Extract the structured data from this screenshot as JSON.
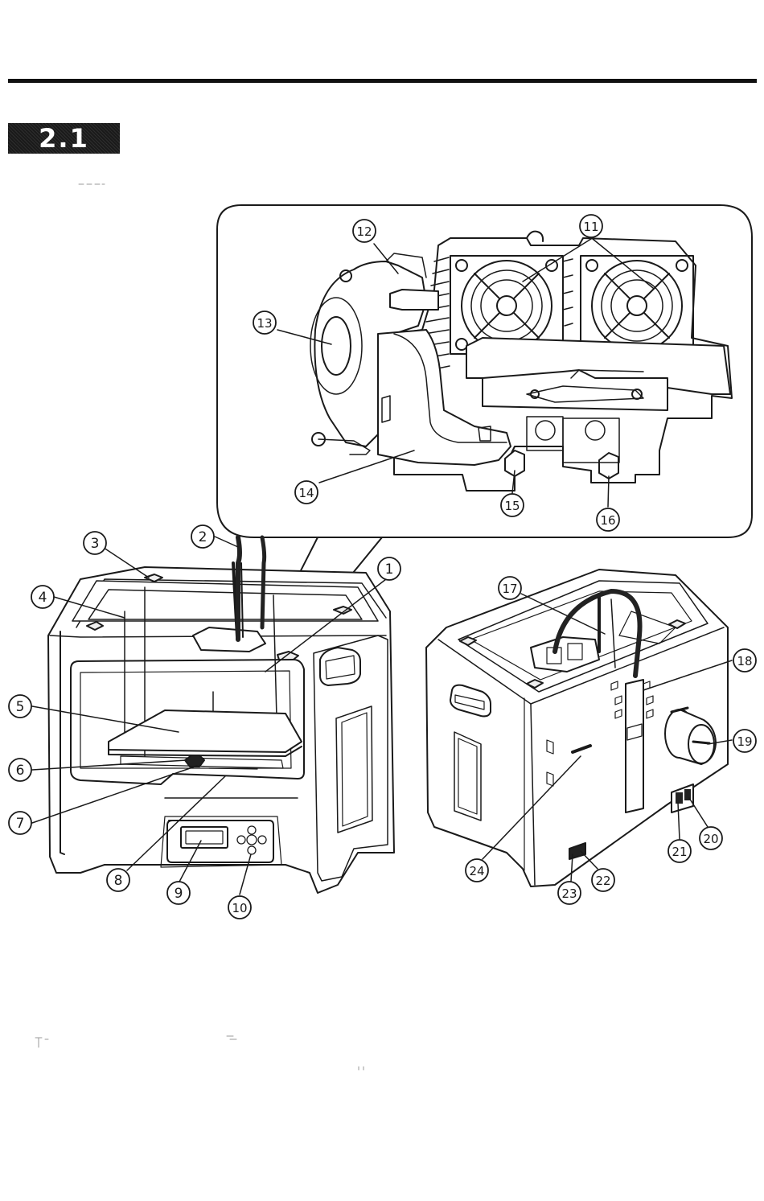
{
  "section": {
    "number": "2.1"
  },
  "callouts": [
    "1",
    "2",
    "3",
    "4",
    "5",
    "6",
    "7",
    "8",
    "9",
    "10",
    "11",
    "12",
    "13",
    "14",
    "15",
    "16",
    "17",
    "18",
    "19",
    "20",
    "21",
    "22",
    "23",
    "24"
  ]
}
